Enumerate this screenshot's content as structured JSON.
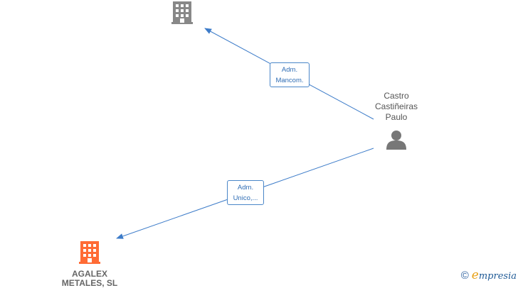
{
  "nodes": {
    "company_top": {
      "name": "",
      "icon": "building-icon",
      "color": "#888888"
    },
    "person": {
      "name_lines": [
        "Castro",
        "Castiñeiras",
        "Paulo"
      ],
      "icon": "person-icon",
      "color": "#777777"
    },
    "company_bottom": {
      "name_lines": [
        "AGALEX",
        "METALES, SL"
      ],
      "icon": "building-icon",
      "color": "#ff6b35"
    }
  },
  "edges": [
    {
      "from": "person",
      "to": "company_top",
      "label_lines": [
        "Adm.",
        "Mancom."
      ]
    },
    {
      "from": "person",
      "to": "company_bottom",
      "label_lines": [
        "Adm.",
        "Unico,..."
      ]
    }
  ],
  "edge_color": "#3d7cc9",
  "watermark": {
    "symbol": "©",
    "brand_first": "e",
    "brand_rest": "mpresia"
  }
}
